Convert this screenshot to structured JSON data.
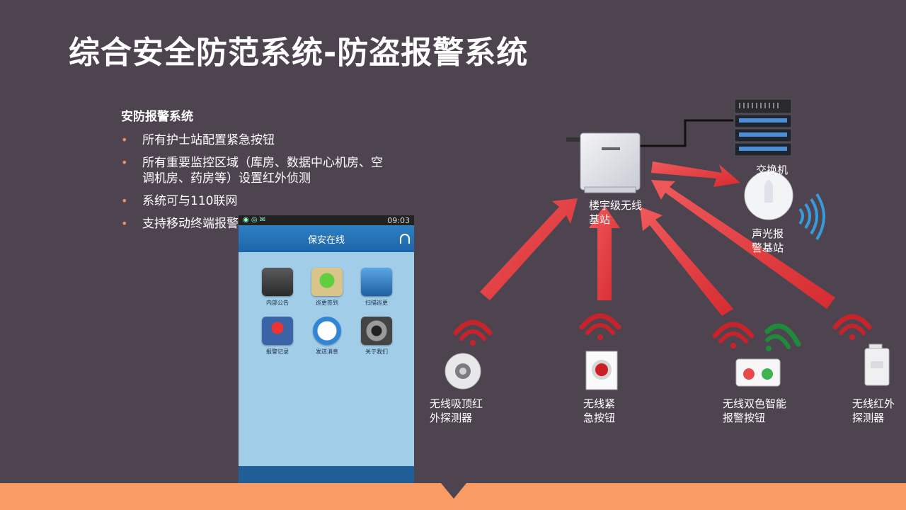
{
  "title": "综合安全防范系统-防盗报警系统",
  "bullets": {
    "heading": "安防报警系统",
    "items": [
      "所有护士站配置紧急按钮",
      "所有重要监控区域（库房、数据中心机房、空调机房、药房等）设置红外侦测",
      "系统可与110联网",
      "支持移动终端报警"
    ]
  },
  "phone": {
    "status_time": "09:03",
    "app_title": "保安在线",
    "apps": [
      {
        "label": "内部公告",
        "icon": "notice-icon",
        "color": "#3b3b3b"
      },
      {
        "label": "巡更签到",
        "icon": "checkin-icon",
        "color": "#c9b277"
      },
      {
        "label": "扫描巡更",
        "icon": "scan-icon",
        "color": "#2d78b8"
      },
      {
        "label": "报警记录",
        "icon": "alarm-record-icon",
        "color": "#3a63a8"
      },
      {
        "label": "发送消息",
        "icon": "message-icon",
        "color": "#2f86d6"
      },
      {
        "label": "关于我们",
        "icon": "gear-icon",
        "color": "#444444"
      }
    ]
  },
  "diagram": {
    "switch_label": "交换机",
    "base_station_label_1": "楼宇级无线",
    "base_station_label_2": "基站",
    "sound_station_label_1": "声光报",
    "sound_station_label_2": "警基站",
    "devices": [
      {
        "line1": "无线吸顶红",
        "line2": "外探测器"
      },
      {
        "line1": "无线紧",
        "line2": "急按钮"
      },
      {
        "line1": "无线双色智能",
        "line2": "报警按钮"
      },
      {
        "line1": "无线红外",
        "line2": "探测器"
      }
    ],
    "colors": {
      "arrow": "#e8393d",
      "signal_red": "#c6232a",
      "signal_green": "#1f8a3a",
      "wave_blue": "#3a9ad9",
      "accent": "#f89b64"
    }
  }
}
